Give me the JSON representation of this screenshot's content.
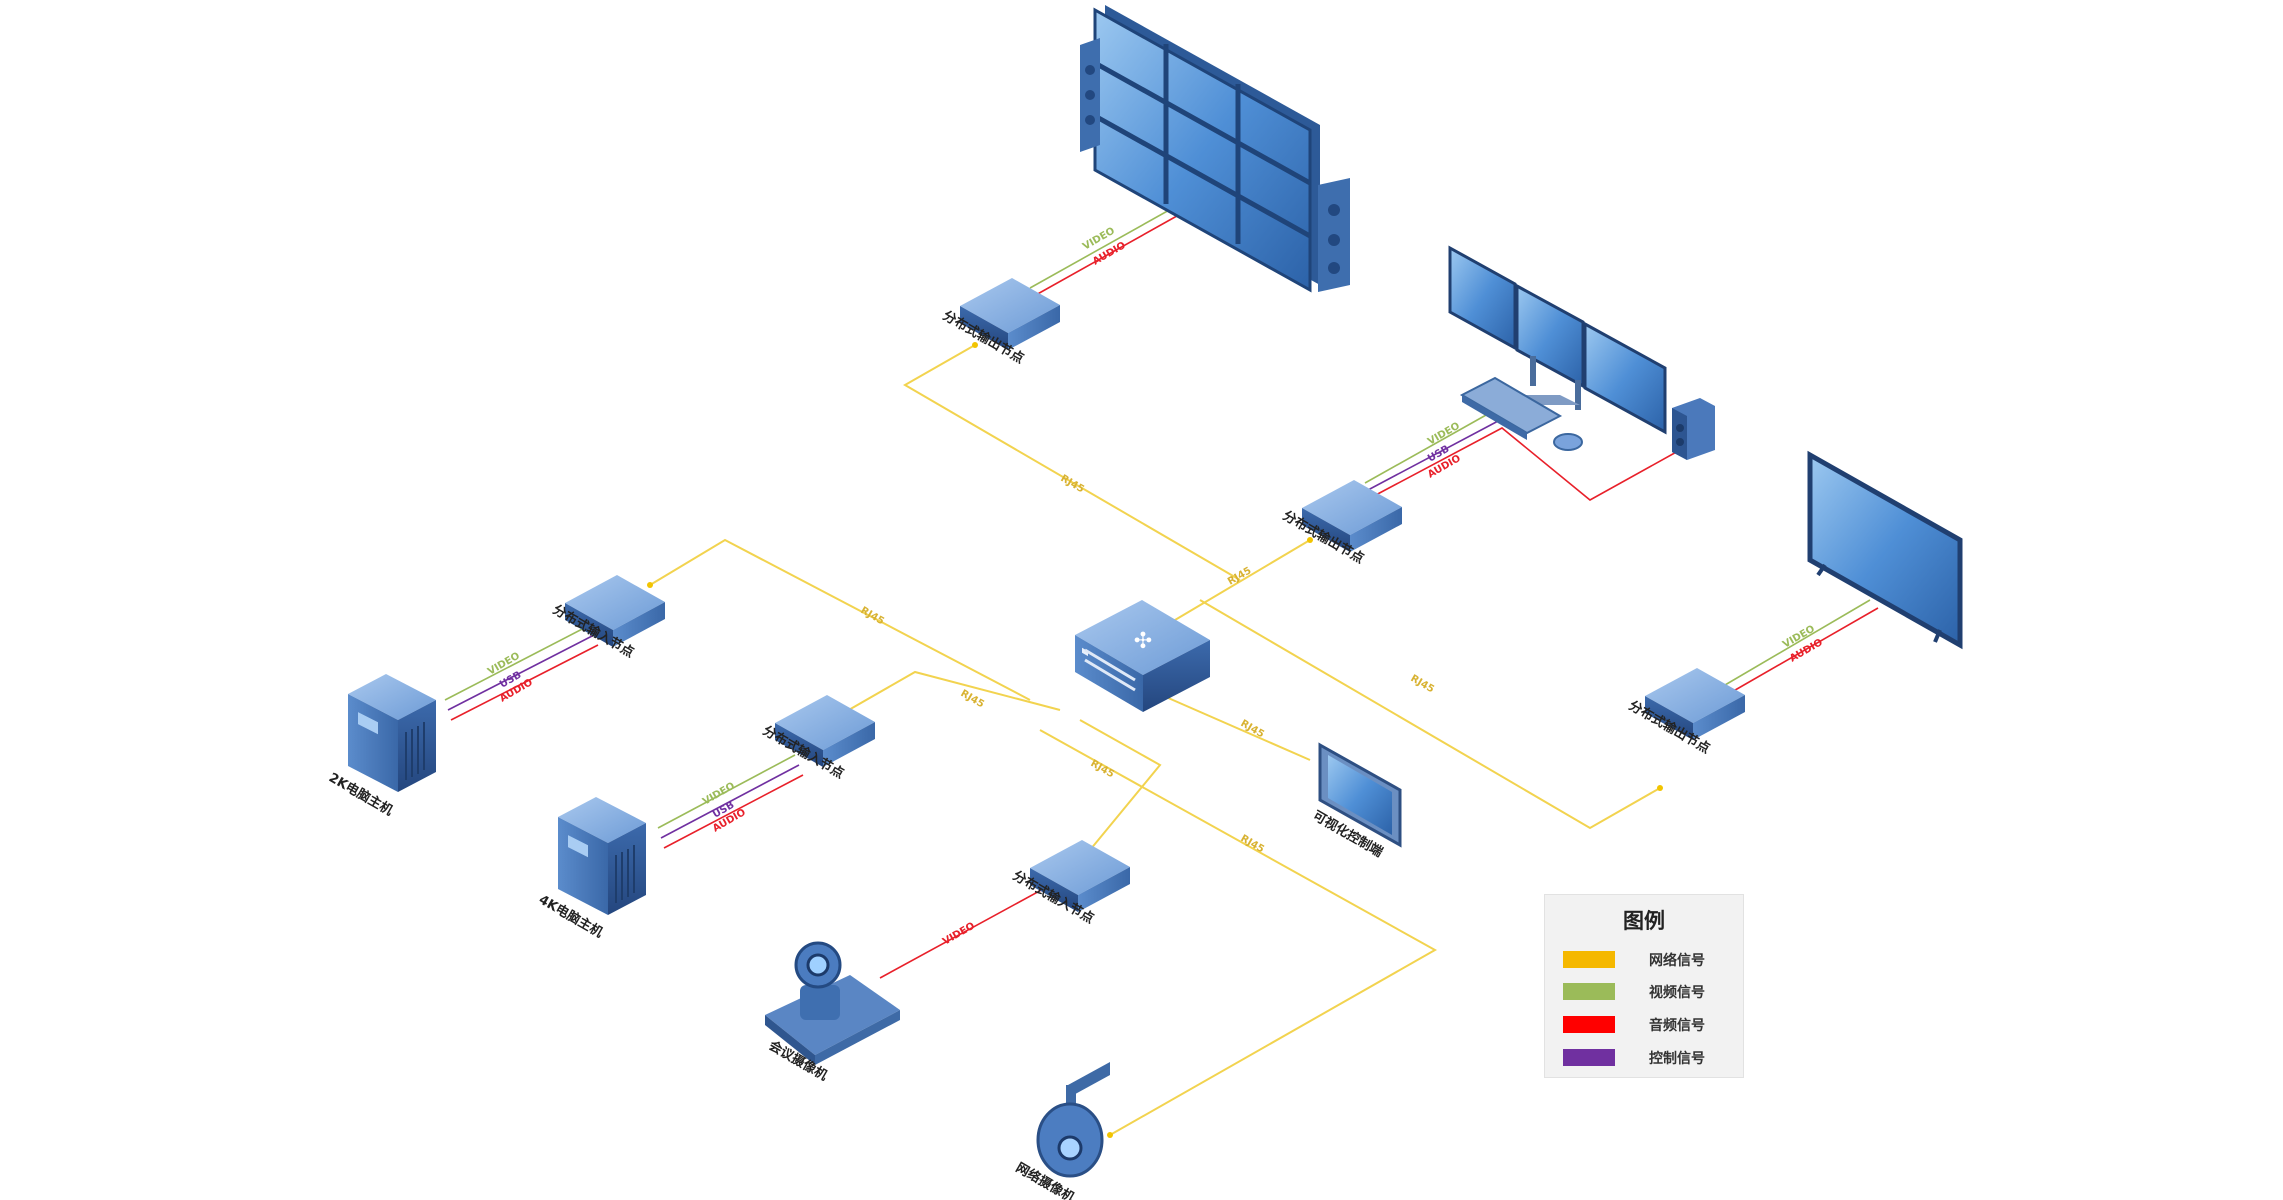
{
  "devices": {
    "out_top": "分布式输出节点",
    "out_mid": "分布式输出节点",
    "out_right": "分布式输出节点",
    "in_left": "分布式输入节点",
    "in_mid": "分布式输入节点",
    "in_bottom": "分布式输入节点",
    "pc_2k": "2K电脑主机",
    "pc_4k": "4K电脑主机",
    "tablet": "可视化控制端",
    "conf_cam": "会议摄像机",
    "net_cam": "网络摄像机"
  },
  "signals": {
    "video": "VIDEO",
    "audio": "AUDIO",
    "usb": "USB",
    "rj45": "RJ45"
  },
  "legend": {
    "title": "图例",
    "items": [
      {
        "label": "网络信号",
        "color": "#f5b800"
      },
      {
        "label": "视频信号",
        "color": "#9bbb59"
      },
      {
        "label": "音频信号",
        "color": "#ff0000"
      },
      {
        "label": "控制信号",
        "color": "#7030a0"
      }
    ]
  },
  "colors": {
    "network": "#f2d34f",
    "video": "#9bbb59",
    "audio": "#e8202a",
    "control": "#7030a0",
    "device_blue": "#4a78b8"
  }
}
